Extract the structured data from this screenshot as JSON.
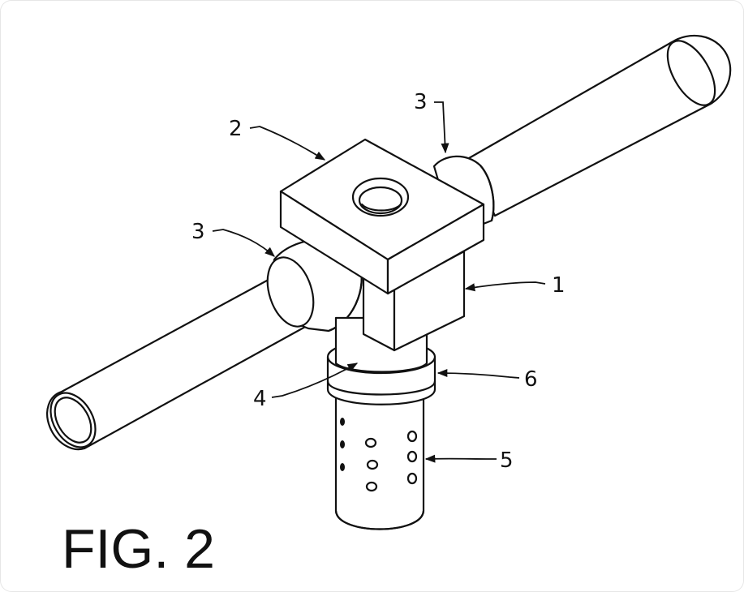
{
  "figure": {
    "title": "FIG. 2"
  },
  "callouts": {
    "block": "1",
    "block_top": "2",
    "collar_left": "3",
    "collar_right": "3",
    "neck": "4",
    "perforated_tube": "5",
    "ring": "6"
  },
  "colors": {
    "ink": "#111111",
    "paper": "#ffffff"
  }
}
